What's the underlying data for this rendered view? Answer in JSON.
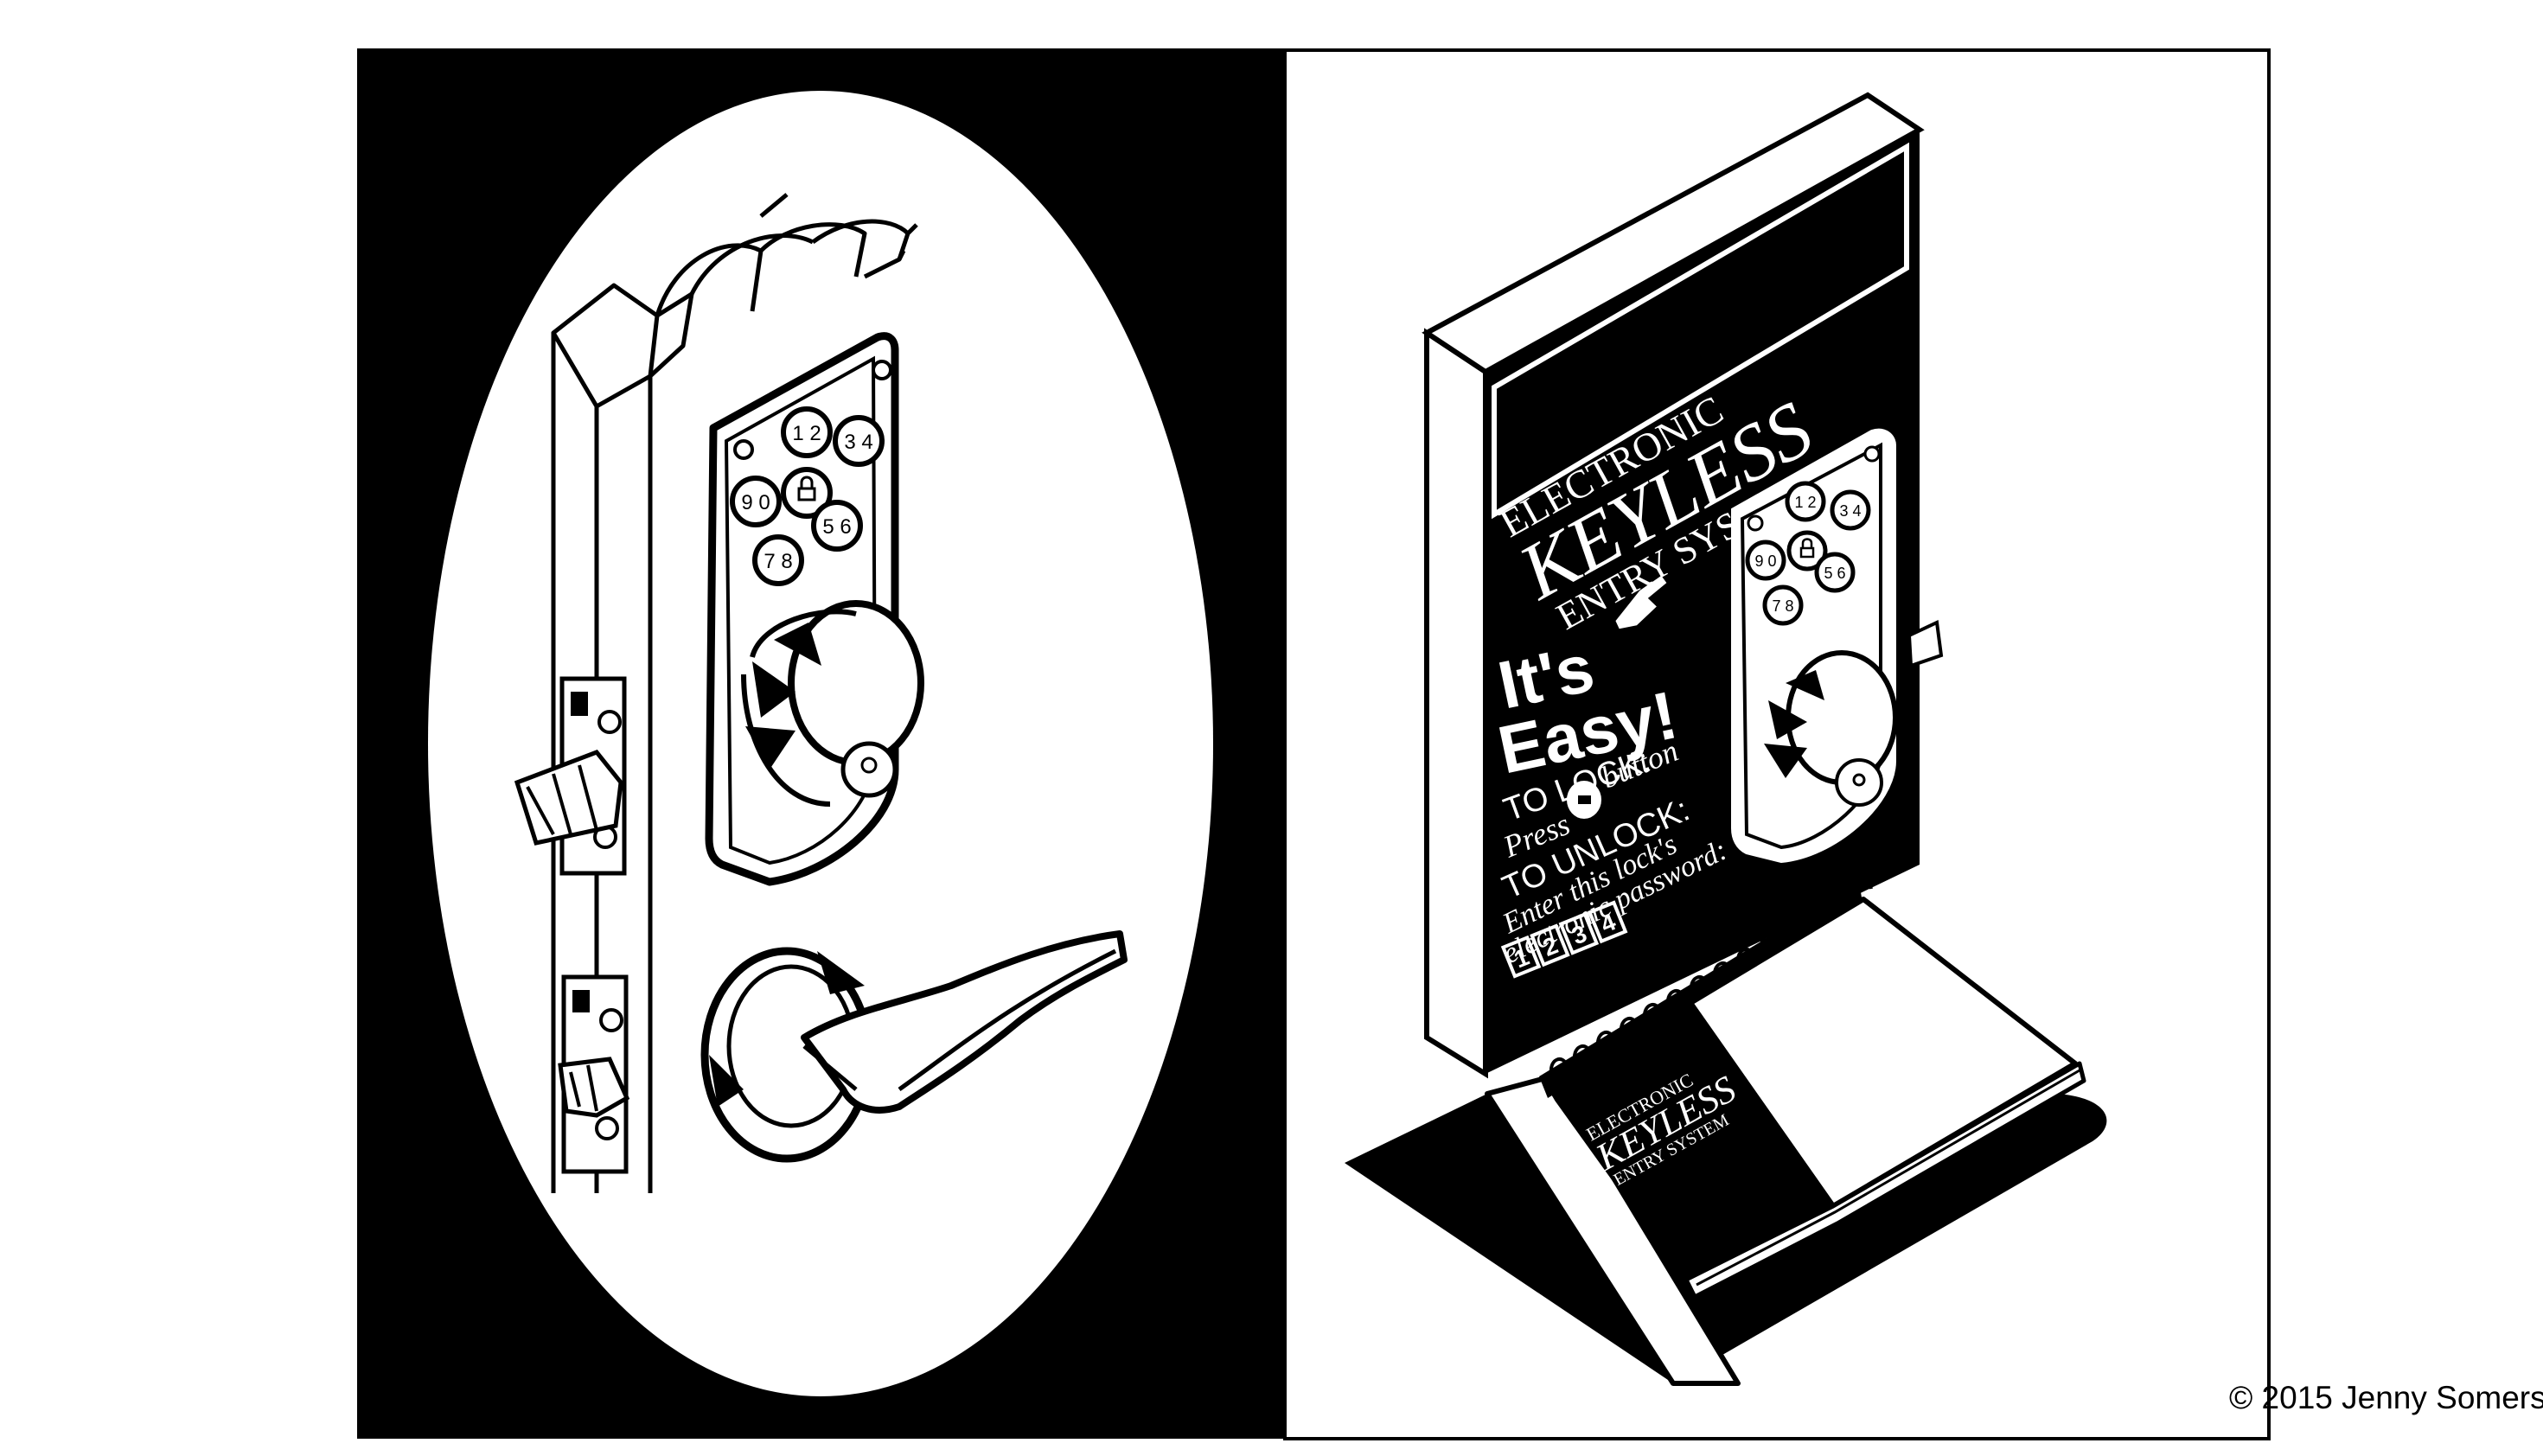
{
  "credit": "© 2015 Jenny Somers",
  "left_panel": {
    "keypad_keys": [
      "1 2",
      "3 4",
      "9 0",
      "lock",
      "5 6",
      "7 8"
    ]
  },
  "right_panel": {
    "title_line1": "ELECTRONIC",
    "title_line2": "KEYLESS",
    "title_line3": "ENTRY SYSTEM",
    "headline_line1": "It's",
    "headline_line2": "Easy!",
    "lock_heading": "TO LOCK:",
    "lock_press": "Press",
    "lock_button_word": "button",
    "unlock_heading": "TO UNLOCK:",
    "unlock_line1": "Enter this lock's",
    "unlock_line2": "electronic password:",
    "password_digits": [
      "1",
      "2",
      "3",
      "4"
    ],
    "keypad_keys": [
      "1 2",
      "3 4",
      "9 0",
      "lock",
      "5 6",
      "7 8"
    ],
    "booklet_line1": "ELECTRONIC",
    "booklet_line2": "KEYLESS",
    "booklet_line3": "ENTRY SYSTEM"
  },
  "colors": {
    "ink": "#000000",
    "paper": "#ffffff"
  }
}
